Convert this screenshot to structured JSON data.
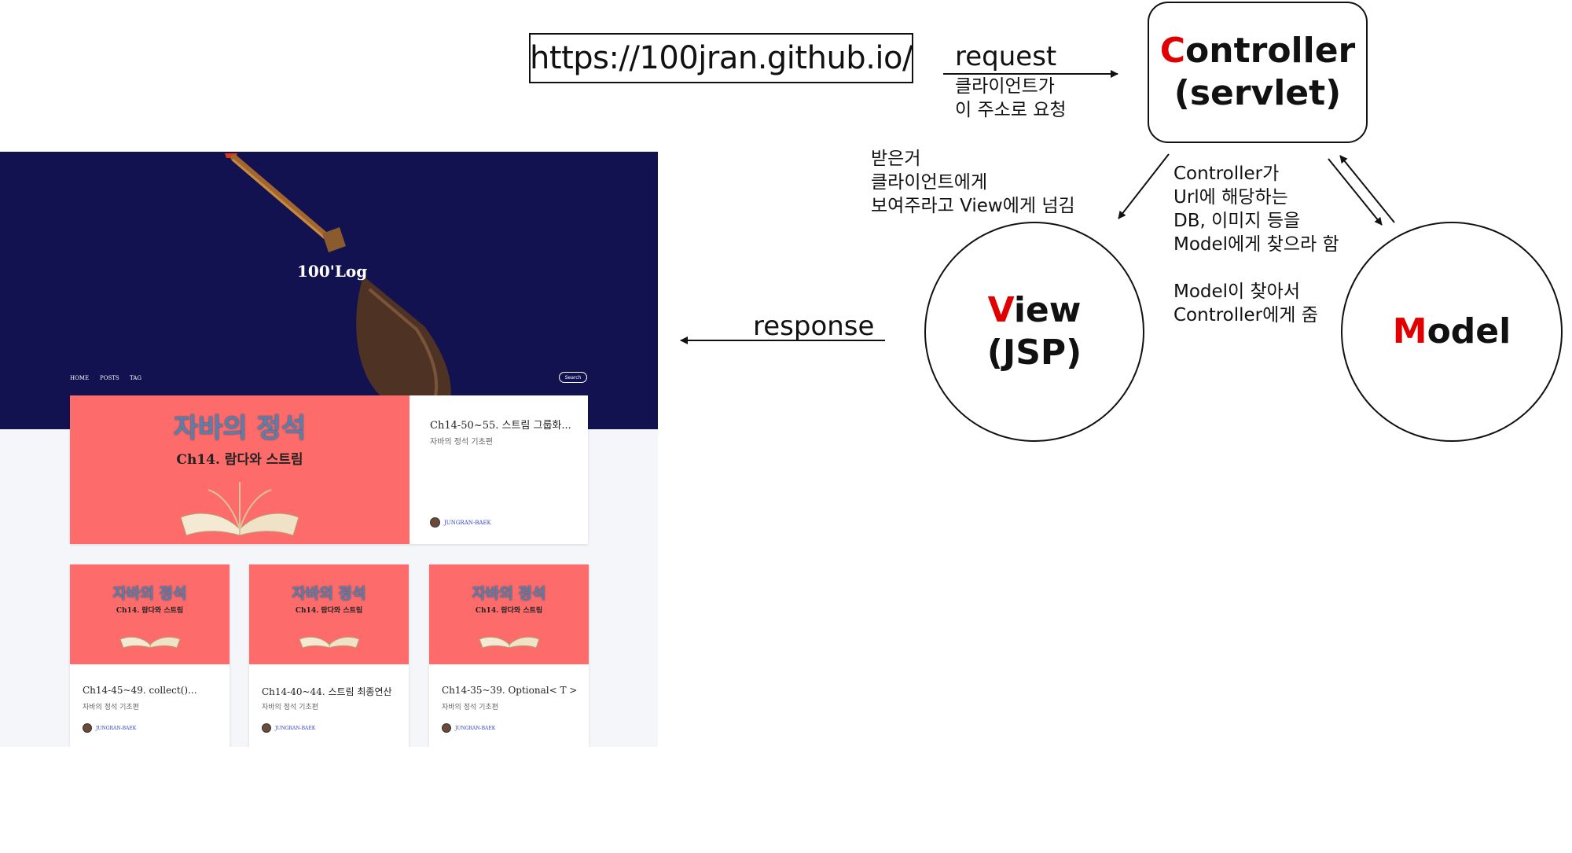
{
  "url": "https://100jran.github.io/",
  "request": {
    "label": "request",
    "note": "클라이언트가\n이 주소로 요청"
  },
  "controller": {
    "initial": "C",
    "rest": "ontroller",
    "sub": "(servlet)"
  },
  "view": {
    "initial": "V",
    "rest": "iew",
    "sub": "(JSP)"
  },
  "model": {
    "initial": "M",
    "rest": "odel"
  },
  "view_note": "받은거\n클라이언트에게\n보여주라고 View에게 넘김",
  "controller_note": "Controller가\nUrl에 해당하는\nDB, 이미지 등을\nModel에게 찾으라 함\n\nModel이 찾아서\nController에게 줌",
  "response": {
    "label": "response"
  },
  "blog": {
    "title": "100'Log",
    "nav": [
      "HOME",
      "POSTS",
      "TAG"
    ],
    "search": "Search",
    "featured": {
      "thumb_title": "자바의 정석",
      "thumb_sub": "Ch14. 람다와 스트림",
      "post_title": "Ch14-50~55. 스트림 그룹화...",
      "category": "자바의 정석 기초편",
      "author": "JUNGRAN-BAEK"
    },
    "posts": [
      {
        "thumb_title": "자바의 정석",
        "thumb_sub": "Ch14. 람다와 스트림",
        "post_title": "Ch14-45~49. collect()...",
        "category": "자바의 정석 기초편",
        "author": "JUNGRAN-BAEK"
      },
      {
        "thumb_title": "자바의 정석",
        "thumb_sub": "Ch14. 람다와 스트림",
        "post_title": "Ch14-40~44. 스트림 최종연산",
        "category": "자바의 정석 기초편",
        "author": "JUNGRAN-BAEK"
      },
      {
        "thumb_title": "자바의 정석",
        "thumb_sub": "Ch14. 람다와 스트림",
        "post_title": "Ch14-35~39. Optional< T >",
        "category": "자바의 정석 기초편",
        "author": "JUNGRAN-BAEK"
      }
    ]
  },
  "colors": {
    "accent_red": "#e00000",
    "hero_navy": "#131251",
    "thumb_coral": "#fd6c6b"
  }
}
